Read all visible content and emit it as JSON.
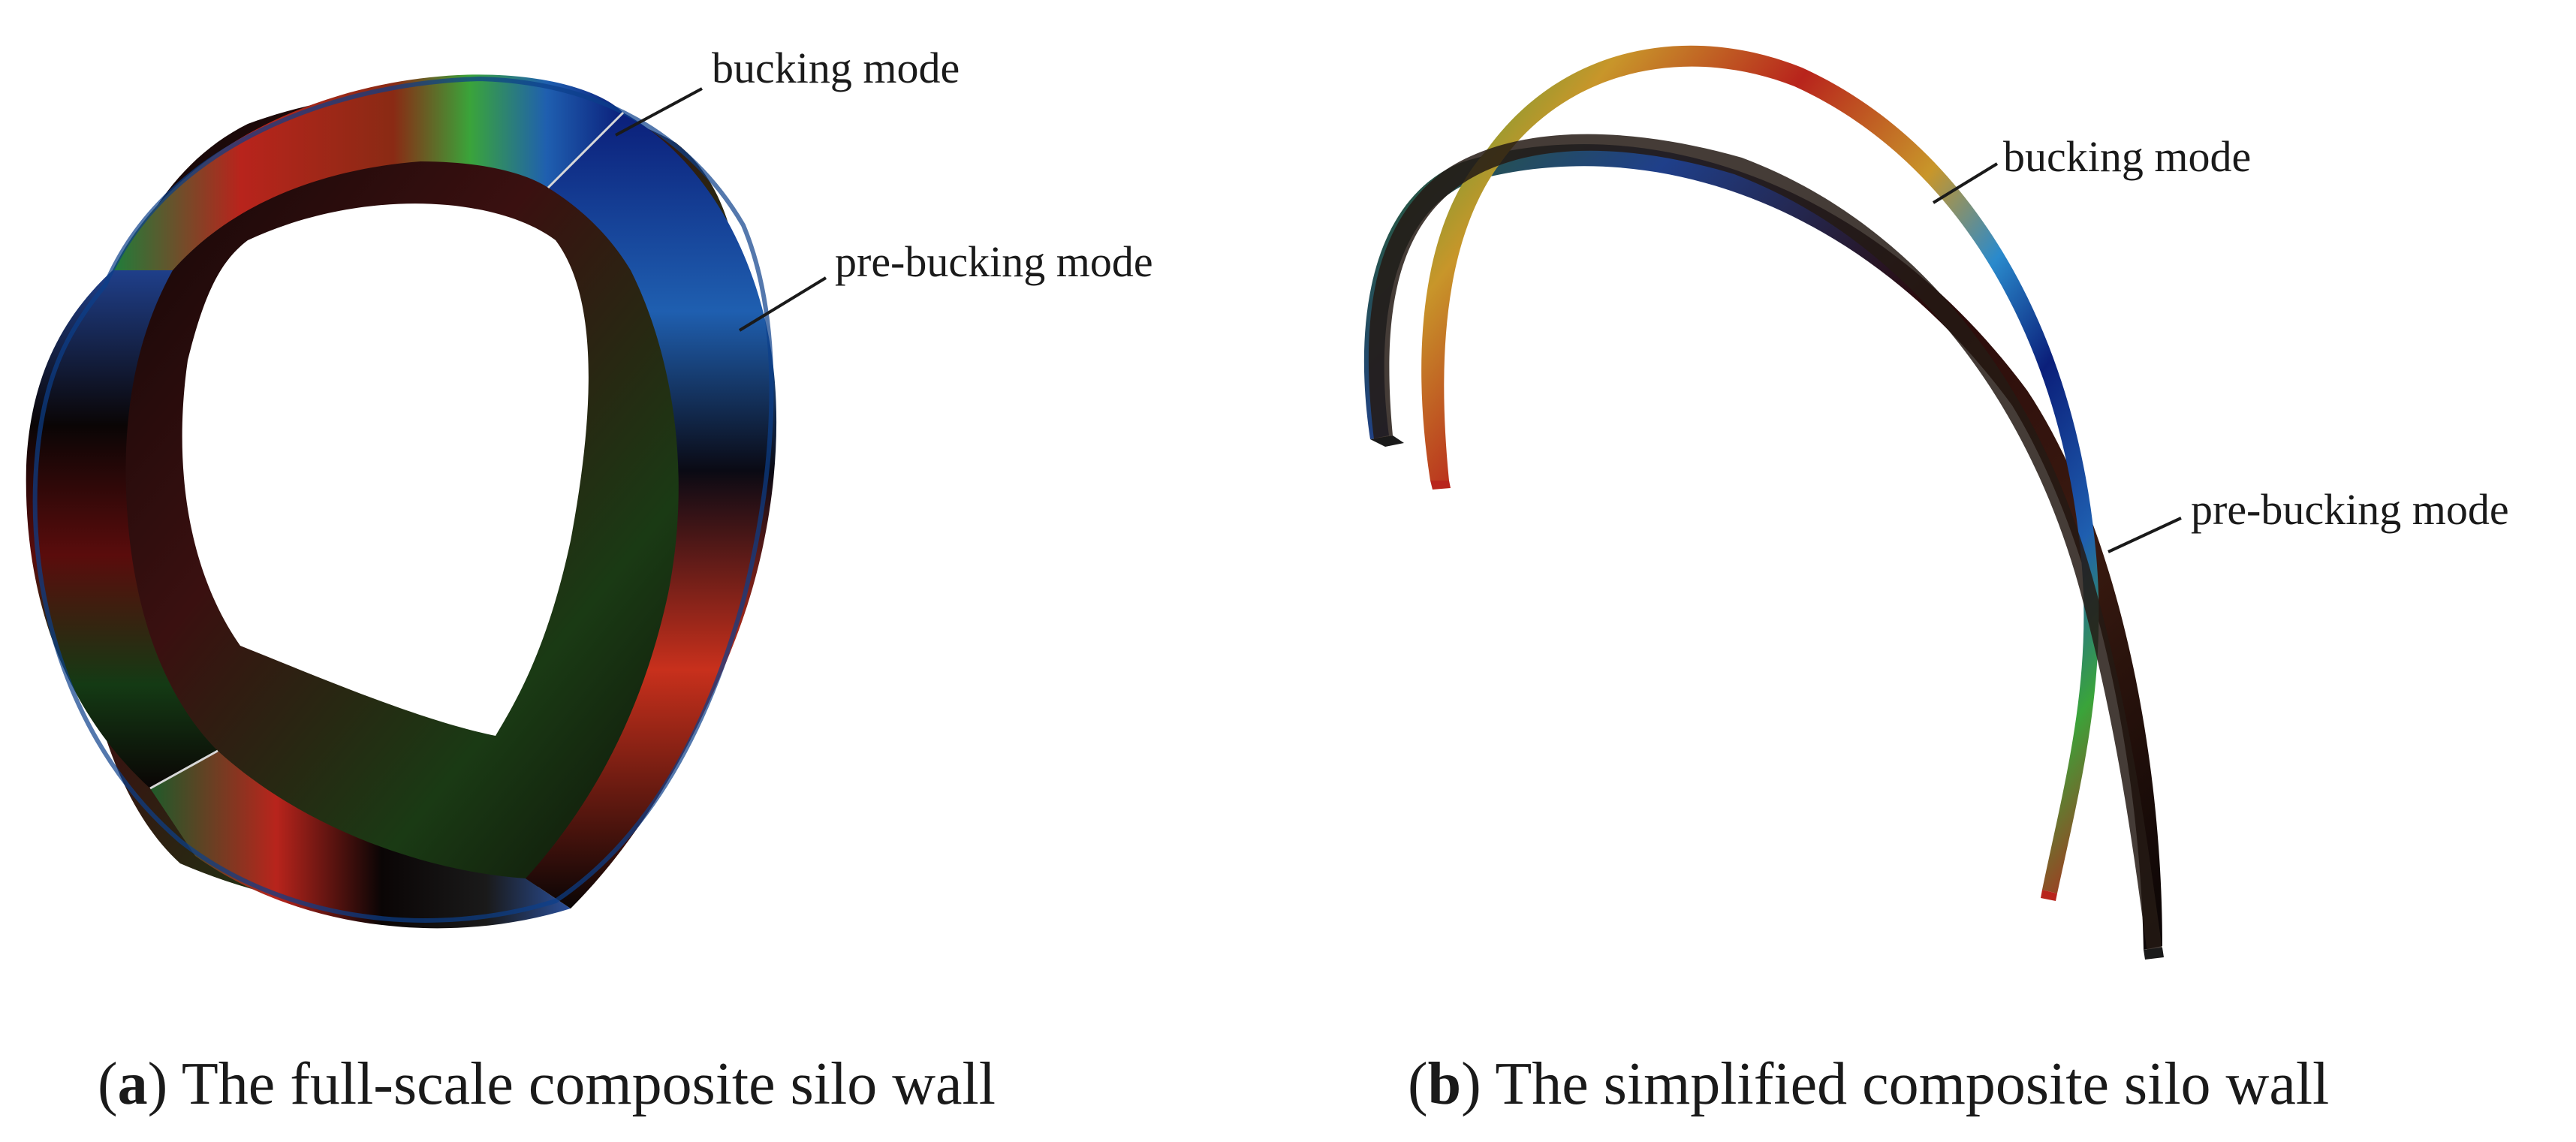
{
  "panels": [
    {
      "id": "a",
      "callouts": {
        "buckling": "bucking mode",
        "pre_buckling": "pre-bucking mode"
      },
      "caption": {
        "open": "(",
        "letter": "a",
        "rest": ") The full-scale composite silo wall"
      }
    },
    {
      "id": "b",
      "callouts": {
        "buckling": "bucking mode",
        "pre_buckling": "pre-bucking mode"
      },
      "caption": {
        "open": "(",
        "letter": "b",
        "rest": ") The simplified composite silo wall"
      }
    }
  ],
  "colors": {
    "contour": [
      "#0a0505",
      "#5a0c0c",
      "#b8241c",
      "#c8962a",
      "#3aa43a",
      "#1f5fb0",
      "#0b1f7a"
    ],
    "text": "#1a1a1a",
    "background": "#ffffff"
  }
}
